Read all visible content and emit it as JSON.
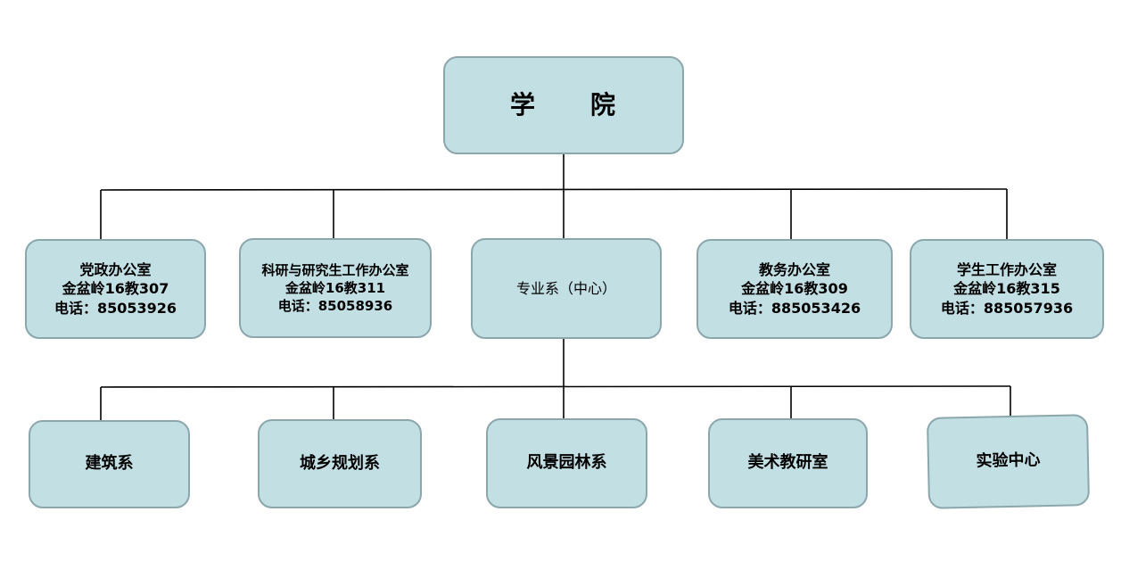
{
  "diagram": {
    "type": "org-chart",
    "background": "#ffffff",
    "colors": {
      "box_fill": "#c2dfe4",
      "box_border": "#8ba7ac",
      "connector_line": "#000000",
      "text": "#000000"
    },
    "root": {
      "id": "college",
      "label": "学　　院"
    },
    "level2": [
      {
        "id": "dangzheng",
        "lines": [
          "党政办公室",
          "金盆岭16教307",
          "电话：85053926"
        ],
        "bold": true
      },
      {
        "id": "keyan",
        "lines": [
          "科研与研究生工作办公室",
          "金盆岭16教311",
          "电话：85058936"
        ],
        "bold": true
      },
      {
        "id": "zhuanye",
        "lines": [
          "专业系（中心）"
        ],
        "bold": false
      },
      {
        "id": "jiaowu",
        "lines": [
          "教务办公室",
          "金盆岭16教309",
          "电话：885053426"
        ],
        "bold": true
      },
      {
        "id": "xuesheng",
        "lines": [
          "学生工作办公室",
          "金盆岭16教315",
          "电话：885057936"
        ],
        "bold": true
      }
    ],
    "level3": [
      {
        "id": "jianzhu",
        "label": "建筑系"
      },
      {
        "id": "chengxiang",
        "label": "城乡规划系"
      },
      {
        "id": "fengjing",
        "label": "风景园林系"
      },
      {
        "id": "meishu",
        "label": "美术教研室"
      },
      {
        "id": "shiyan",
        "label": "实验中心"
      }
    ],
    "hierarchy": {
      "college": [
        "dangzheng",
        "keyan",
        "zhuanye",
        "jiaowu",
        "xuesheng"
      ],
      "zhuanye": [
        "jianzhu",
        "chengxiang",
        "fengjing",
        "meishu",
        "shiyan"
      ]
    }
  }
}
